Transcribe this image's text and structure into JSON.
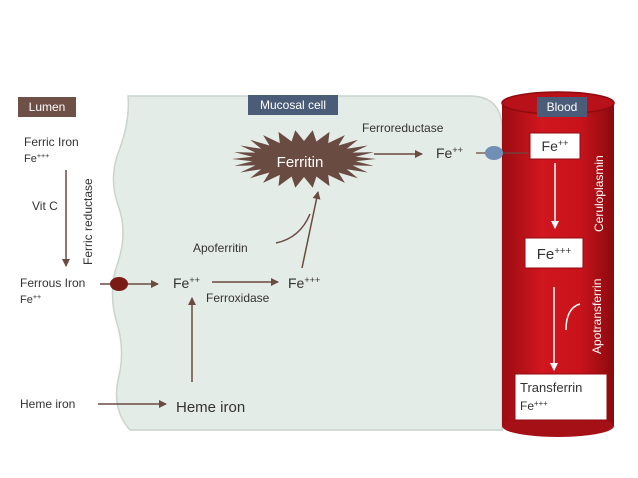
{
  "colors": {
    "cell_fill": "#e4ece7",
    "cell_stroke": "#c8d4cc",
    "blood_red": "#c8131b",
    "blood_dark": "#8f0b10",
    "lumen_tag": "#6e5046",
    "mucosal_tag": "#4a5c78",
    "blood_tag": "#4a5c78",
    "ferritin_fill": "#6a4b42",
    "arrow": "#6b4a40",
    "transporter_dot": "#7a1c14",
    "ferroportin_dot": "#6f8fb5",
    "text": "#333333"
  },
  "tags": {
    "lumen": "Lumen",
    "mucosal_cell": "Mucosal cell",
    "blood": "Blood"
  },
  "lumen": {
    "ferric_iron": "Ferric Iron",
    "ferric_fe": "Fe+++",
    "vit_c": "Vit C",
    "ferric_reductase": "Ferric reductase",
    "ferrous_iron": "Ferrous Iron",
    "ferrous_fe": "Fe++",
    "heme_iron": "Heme iron"
  },
  "cell": {
    "ferritin": "Ferritin",
    "ferroreductase": "Ferroreductase",
    "fe2_out": "Fe++",
    "apoferritin": "Apoferritin",
    "fe2": "Fe++",
    "fe3": "Fe+++",
    "ferroxidase": "Ferroxidase",
    "heme_iron": "Heme iron"
  },
  "blood": {
    "fe2": "Fe++",
    "fe3": "Fe+++",
    "ceruloplasmin": "Ceruloplasmin",
    "apotransferrin": "Apotransferrin",
    "transferrin": "Transferrin",
    "transferrin_fe": "Fe+++"
  }
}
